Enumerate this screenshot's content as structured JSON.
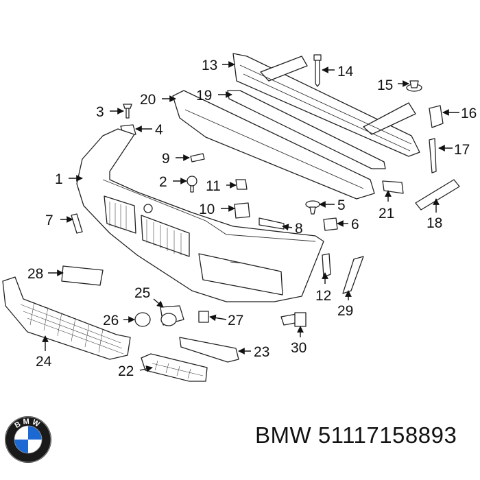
{
  "callouts": [
    {
      "id": "1",
      "label": "1"
    },
    {
      "id": "2",
      "label": "2"
    },
    {
      "id": "3",
      "label": "3"
    },
    {
      "id": "4",
      "label": "4"
    },
    {
      "id": "5",
      "label": "5"
    },
    {
      "id": "6",
      "label": "6"
    },
    {
      "id": "7",
      "label": "7"
    },
    {
      "id": "8",
      "label": "8"
    },
    {
      "id": "9",
      "label": "9"
    },
    {
      "id": "10",
      "label": "10"
    },
    {
      "id": "11",
      "label": "11"
    },
    {
      "id": "12",
      "label": "12"
    },
    {
      "id": "13",
      "label": "13"
    },
    {
      "id": "14",
      "label": "14"
    },
    {
      "id": "15",
      "label": "15"
    },
    {
      "id": "16",
      "label": "16"
    },
    {
      "id": "17",
      "label": "17"
    },
    {
      "id": "18",
      "label": "18"
    },
    {
      "id": "19",
      "label": "19"
    },
    {
      "id": "20",
      "label": "20"
    },
    {
      "id": "21",
      "label": "21"
    },
    {
      "id": "22",
      "label": "22"
    },
    {
      "id": "23",
      "label": "23"
    },
    {
      "id": "24",
      "label": "24"
    },
    {
      "id": "25",
      "label": "25"
    },
    {
      "id": "26",
      "label": "26"
    },
    {
      "id": "27",
      "label": "27"
    },
    {
      "id": "28",
      "label": "28"
    },
    {
      "id": "29",
      "label": "29"
    },
    {
      "id": "30",
      "label": "30"
    }
  ],
  "caption": {
    "brand": "BMW",
    "part_number": "51117158893"
  },
  "logo": {
    "letters": "BMW",
    "icon": "bmw-roundel-icon",
    "colors": {
      "ring": "#1a1a1a",
      "blue": "#1c69d4",
      "white": "#ffffff"
    }
  }
}
